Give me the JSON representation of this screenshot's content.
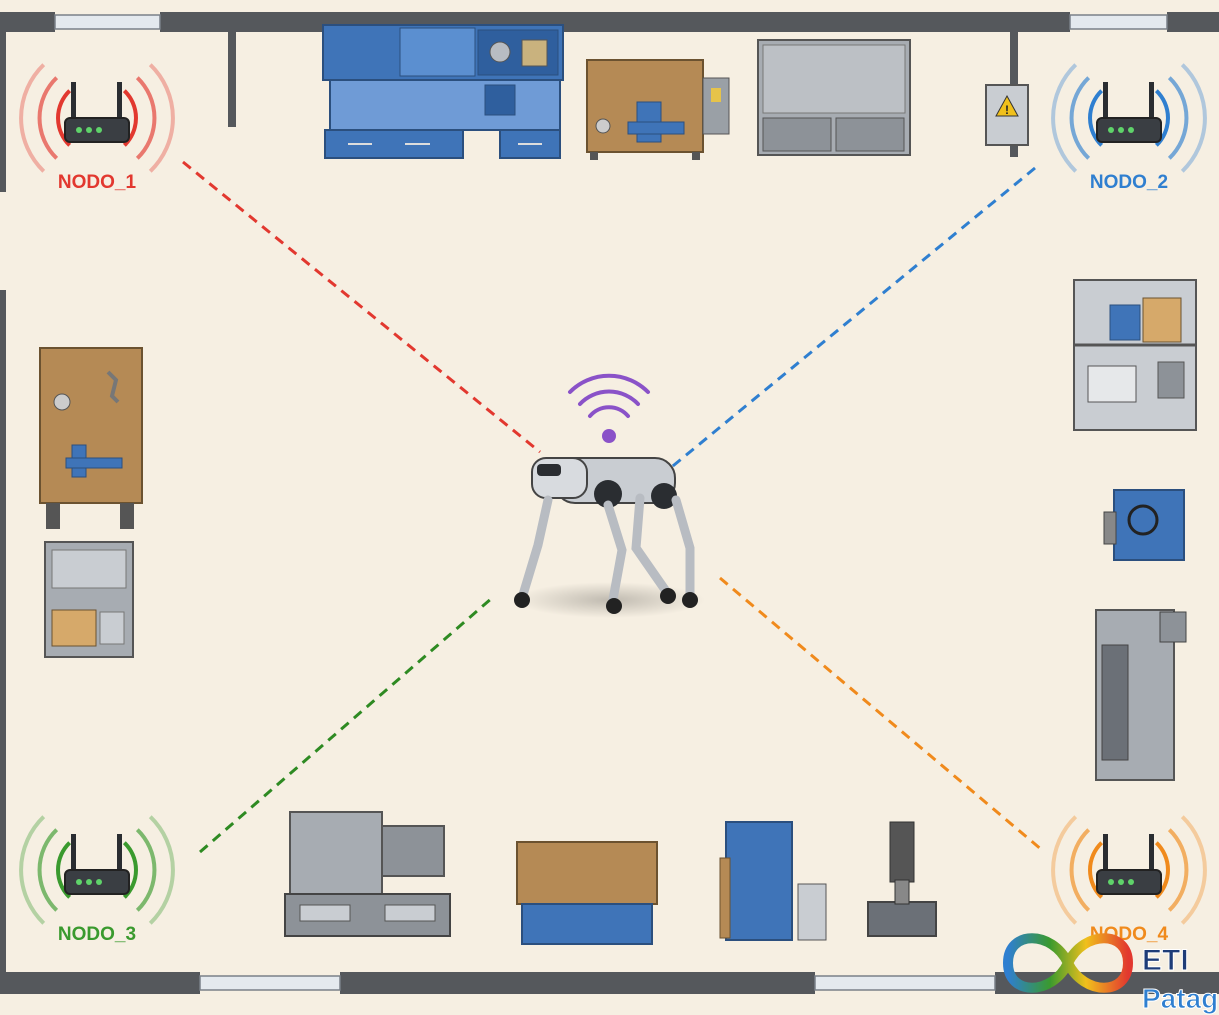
{
  "nodes": [
    {
      "id": "nodo_1",
      "label": "NODO_1",
      "color": "#e2382f"
    },
    {
      "id": "nodo_2",
      "label": "NODO_2",
      "color": "#2f7fd0"
    },
    {
      "id": "nodo_3",
      "label": "NODO_3",
      "color": "#3a9a2e"
    },
    {
      "id": "nodo_4",
      "label": "NODO_4",
      "color": "#f08a1c"
    }
  ],
  "robot": {
    "wifi_color": "#8a52c8"
  },
  "logo": {
    "line1": "ETI",
    "line2": "Patag"
  },
  "colors": {
    "floor": "#f6efe2",
    "wall": "#55585c",
    "machine_blue": "#3f74b8",
    "wood": "#b58a55",
    "steel": "#9aa0a6"
  }
}
